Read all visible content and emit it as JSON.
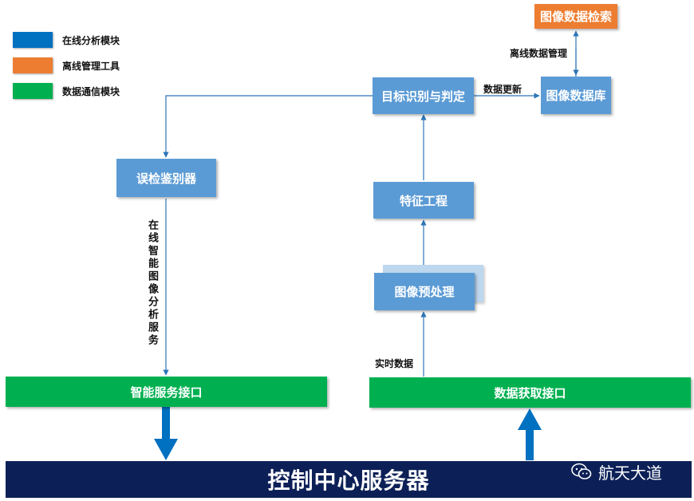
{
  "legend": [
    {
      "label": "在线分析模块",
      "color": "#0070c0"
    },
    {
      "label": "离线管理工具",
      "color": "#ed7d31"
    },
    {
      "label": "数据通信模块",
      "color": "#00b050"
    }
  ],
  "nodes": {
    "image_search": "图像数据检索",
    "target_recognition": "目标识别与判定",
    "image_database": "图像数据库",
    "false_detection_discriminator": "误检鉴别器",
    "feature_engineering": "特征工程",
    "image_preprocessing": "图像预处理",
    "smart_service_interface": "智能服务接口",
    "data_acquisition_interface": "数据获取接口",
    "control_center_server": "控制中心服务器"
  },
  "edge_labels": {
    "offline_data_management": "离线数据管理",
    "data_update": "数据更新",
    "online_image_analysis_service": "在线智能图像分析服务",
    "realtime_data": "实时数据"
  },
  "watermark": {
    "icon": "wechat-icon",
    "text": "航天大道"
  }
}
